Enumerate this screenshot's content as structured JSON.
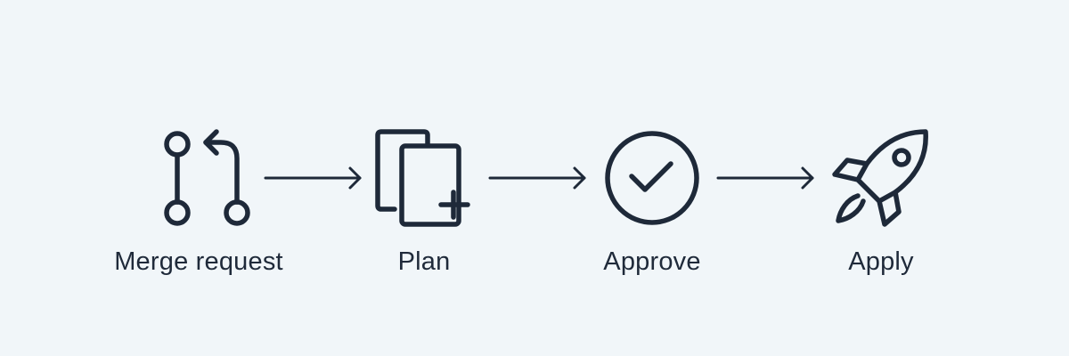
{
  "flow": {
    "steps": [
      {
        "label": "Merge request",
        "icon": "git-merge-request-icon"
      },
      {
        "label": "Plan",
        "icon": "copy-plus-icon"
      },
      {
        "label": "Approve",
        "icon": "check-circle-icon"
      },
      {
        "label": "Apply",
        "icon": "rocket-icon"
      }
    ]
  },
  "colors": {
    "background": "#f1f6f9",
    "foreground": "#1e2939"
  }
}
